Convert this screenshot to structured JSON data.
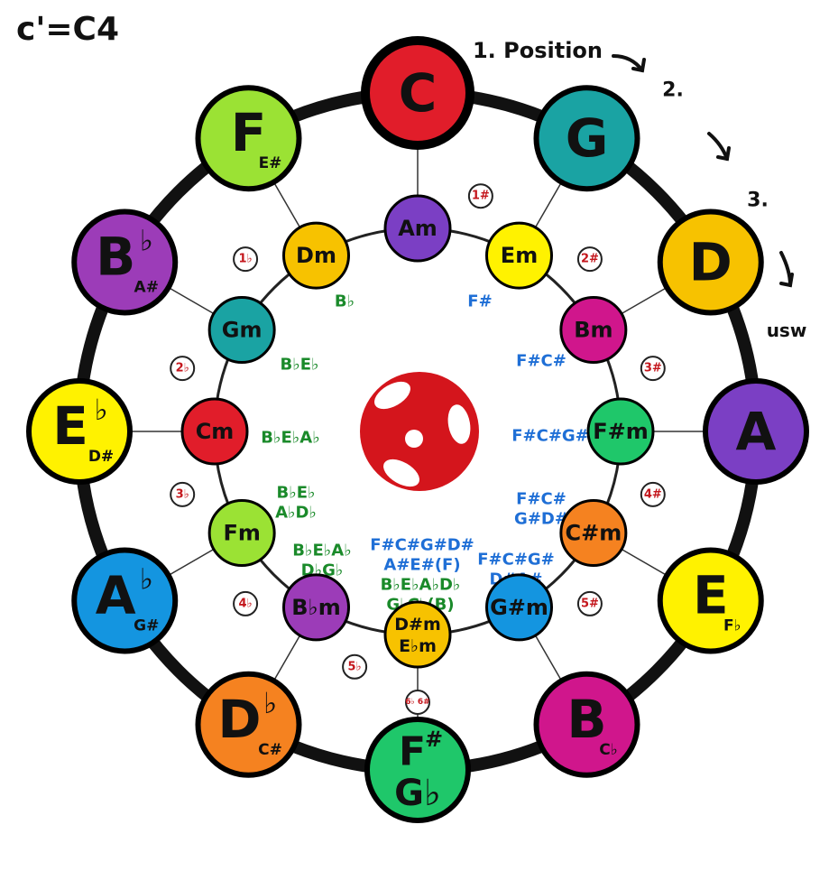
{
  "corner_note": "c'=C4",
  "direction_hint": {
    "labels": [
      "1. Position",
      "2.",
      "3.",
      "usw"
    ]
  },
  "colors": {
    "outer_ring": "#111111",
    "inner_ring": "#222222",
    "green_text": "#1a8a2a",
    "blue_text": "#1f6fd6",
    "red_badge_text": "#c4161c",
    "logo_red": "#d4151c"
  },
  "major_keys": [
    {
      "main": "C",
      "accidental": "",
      "sub": "",
      "fill": "#e11d2a",
      "highlight": true
    },
    {
      "main": "G",
      "accidental": "",
      "sub": "",
      "fill": "#1aa3a3"
    },
    {
      "main": "D",
      "accidental": "",
      "sub": "",
      "fill": "#f7c200"
    },
    {
      "main": "A",
      "accidental": "",
      "sub": "",
      "fill": "#7b3fc4"
    },
    {
      "main": "E",
      "accidental": "",
      "sub": "F♭",
      "fill": "#fff200"
    },
    {
      "main": "B",
      "accidental": "",
      "sub": "C♭",
      "fill": "#d0168c"
    },
    {
      "main": "F",
      "accidental": "#",
      "sub": "G♭",
      "fill": "#1fc76a",
      "stacked": true
    },
    {
      "main": "D",
      "accidental": "♭",
      "sub": "C#",
      "fill": "#f58220"
    },
    {
      "main": "A",
      "accidental": "♭",
      "sub": "G#",
      "fill": "#1495e0"
    },
    {
      "main": "E",
      "accidental": "♭",
      "sub": "D#",
      "fill": "#fff200"
    },
    {
      "main": "B",
      "accidental": "♭",
      "sub": "A#",
      "fill": "#9c3cb8"
    },
    {
      "main": "F",
      "accidental": "",
      "sub": "E#",
      "fill": "#9be234"
    }
  ],
  "minor_keys": [
    {
      "label": "Am",
      "fill": "#7b3fc4"
    },
    {
      "label": "Em",
      "fill": "#fff200"
    },
    {
      "label": "Bm",
      "fill": "#d0168c"
    },
    {
      "label": "F#m",
      "fill": "#1fc76a"
    },
    {
      "label": "C#m",
      "fill": "#f58220"
    },
    {
      "label": "G#m",
      "fill": "#1495e0"
    },
    {
      "label": "D#m / E♭m",
      "fill": "#f7c200",
      "line1": "D#m",
      "line2": "E♭m"
    },
    {
      "label": "B♭m",
      "fill": "#9c3cb8"
    },
    {
      "label": "Fm",
      "fill": "#9be234"
    },
    {
      "label": "Cm",
      "fill": "#e11d2a"
    },
    {
      "label": "Gm",
      "fill": "#1aa3a3"
    },
    {
      "label": "Dm",
      "fill": "#f7c200"
    }
  ],
  "accidental_badges": [
    "1#",
    "2#",
    "3#",
    "4#",
    "5#",
    "6♭ 6#",
    "5♭",
    "4♭",
    "3♭",
    "2♭",
    "1♭"
  ],
  "sharps_lists": [
    [
      "F#"
    ],
    [
      "F#C#"
    ],
    [
      "F#C#G#"
    ],
    [
      "F#C#",
      "G#D#"
    ],
    [
      "F#C#G#",
      "D#A#"
    ],
    [
      "F#C#G#D#",
      "A#E#(F)"
    ]
  ],
  "flats_lists": [
    [
      "B♭"
    ],
    [
      "B♭E♭"
    ],
    [
      "B♭E♭A♭"
    ],
    [
      "B♭E♭",
      "A♭D♭"
    ],
    [
      "B♭E♭A♭",
      "D♭G♭"
    ],
    [
      "B♭E♭A♭D♭",
      "G♭C♭(B)"
    ]
  ]
}
